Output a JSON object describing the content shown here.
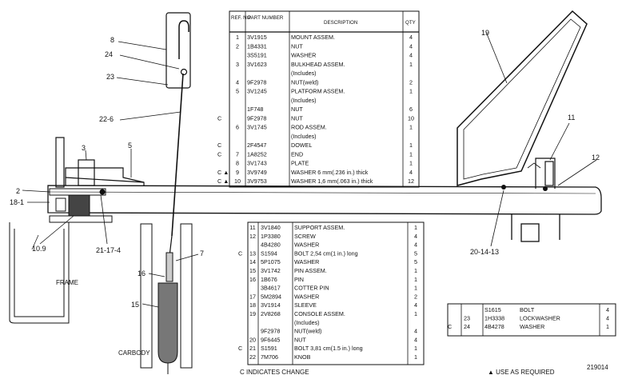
{
  "drawing_number": "219014",
  "footnotes": {
    "change": "C INDICATES CHANGE",
    "as_required": "▲ USE AS REQUIRED"
  },
  "zone_labels": {
    "frame": "FRAME",
    "carbody": "CARBODY"
  },
  "callouts": [
    {
      "id": "c8",
      "text": "8"
    },
    {
      "id": "c24",
      "text": "24"
    },
    {
      "id": "c23",
      "text": "23"
    },
    {
      "id": "c22",
      "text": "22-6"
    },
    {
      "id": "c3",
      "text": "3"
    },
    {
      "id": "c5",
      "text": "5"
    },
    {
      "id": "c2",
      "text": "2"
    },
    {
      "id": "c18",
      "text": "18-1"
    },
    {
      "id": "c109",
      "text": "10.9"
    },
    {
      "id": "c21",
      "text": "21-17-4"
    },
    {
      "id": "c7",
      "text": "7"
    },
    {
      "id": "c16",
      "text": "16"
    },
    {
      "id": "c15",
      "text": "15"
    },
    {
      "id": "c19",
      "text": "19"
    },
    {
      "id": "c11",
      "text": "11"
    },
    {
      "id": "c12",
      "text": "12"
    },
    {
      "id": "c20",
      "text": "20-14-13"
    }
  ],
  "parts_table_1": {
    "headers": {
      "ref": "REF. NO.",
      "part": "PART NUMBER",
      "desc": "DESCRIPTION",
      "qty": "QTY"
    },
    "rows": [
      {
        "mark": "",
        "ref": "1",
        "part": "3V1915",
        "desc": "MOUNT ASSEM.",
        "qty": "4"
      },
      {
        "mark": "",
        "ref": "2",
        "part": "1B4331",
        "desc": "NUT",
        "qty": "4"
      },
      {
        "mark": "",
        "ref": "",
        "part": "3S5191",
        "desc": "WASHER",
        "qty": "4"
      },
      {
        "mark": "",
        "ref": "3",
        "part": "3V1623",
        "desc": "BULKHEAD ASSEM.",
        "qty": "1"
      },
      {
        "mark": "",
        "ref": "",
        "part": "",
        "desc": "(Includes)",
        "qty": ""
      },
      {
        "mark": "",
        "ref": "4",
        "part": "9F2978",
        "desc": "NUT(weld)",
        "qty": "2"
      },
      {
        "mark": "",
        "ref": "5",
        "part": "3V1245",
        "desc": "PLATFORM ASSEM.",
        "qty": "1"
      },
      {
        "mark": "",
        "ref": "",
        "part": "",
        "desc": "(Includes)",
        "qty": ""
      },
      {
        "mark": "",
        "ref": "",
        "part": "1F748",
        "desc": "NUT",
        "qty": "6"
      },
      {
        "mark": "C",
        "ref": "",
        "part": "9F2978",
        "desc": "NUT",
        "qty": "10"
      },
      {
        "mark": "",
        "ref": "6",
        "part": "3V1745",
        "desc": "ROD ASSEM.",
        "qty": "1"
      },
      {
        "mark": "",
        "ref": "",
        "part": "",
        "desc": "(Includes)",
        "qty": ""
      },
      {
        "mark": "C",
        "ref": "",
        "part": "2F4547",
        "desc": "DOWEL",
        "qty": "1"
      },
      {
        "mark": "C",
        "ref": "7",
        "part": "1A8252",
        "desc": "END",
        "qty": "1"
      },
      {
        "mark": "",
        "ref": "8",
        "part": "3V1743",
        "desc": "PLATE",
        "qty": "1"
      },
      {
        "mark": "C ▲",
        "ref": "9",
        "part": "3V9749",
        "desc": "WASHER 6 mm(.236 in.) thick",
        "qty": "4"
      },
      {
        "mark": "C ▲",
        "ref": "10",
        "part": "3V9753",
        "desc": "WASHER 1,6 mm(.063 in.) thick",
        "qty": "12"
      }
    ]
  },
  "parts_table_2": {
    "rows": [
      {
        "mark": "",
        "ref": "11",
        "part": "3V1840",
        "desc": "SUPPORT ASSEM.",
        "qty": "1"
      },
      {
        "mark": "",
        "ref": "12",
        "part": "1P3380",
        "desc": "SCREW",
        "qty": "4"
      },
      {
        "mark": "",
        "ref": "",
        "part": "4B4280",
        "desc": "WASHER",
        "qty": "4"
      },
      {
        "mark": "C",
        "ref": "13",
        "part": "S1594",
        "desc": "BOLT 2,54 cm(1 in.) long",
        "qty": "5"
      },
      {
        "mark": "",
        "ref": "14",
        "part": "5P1075",
        "desc": "WASHER",
        "qty": "5"
      },
      {
        "mark": "",
        "ref": "15",
        "part": "3V1742",
        "desc": "PIN ASSEM.",
        "qty": "1"
      },
      {
        "mark": "",
        "ref": "16",
        "part": "1B676",
        "desc": "PIN",
        "qty": "1"
      },
      {
        "mark": "",
        "ref": "",
        "part": "3B4617",
        "desc": "COTTER PIN",
        "qty": "1"
      },
      {
        "mark": "",
        "ref": "17",
        "part": "5M2894",
        "desc": "WASHER",
        "qty": "2"
      },
      {
        "mark": "",
        "ref": "18",
        "part": "3V1914",
        "desc": "SLEEVE",
        "qty": "4"
      },
      {
        "mark": "",
        "ref": "19",
        "part": "2V8268",
        "desc": "CONSOLE ASSEM.",
        "qty": "1"
      },
      {
        "mark": "",
        "ref": "",
        "part": "",
        "desc": "(Includes)",
        "qty": ""
      },
      {
        "mark": "",
        "ref": "",
        "part": "9F2978",
        "desc": "NUT(weld)",
        "qty": "4"
      },
      {
        "mark": "",
        "ref": "20",
        "part": "9F6445",
        "desc": "NUT",
        "qty": "4"
      },
      {
        "mark": "C",
        "ref": "21",
        "part": "S1591",
        "desc": "BOLT 3,81 cm(1.5 in.) long",
        "qty": "1"
      },
      {
        "mark": "",
        "ref": "22",
        "part": "7M706",
        "desc": "KNOB",
        "qty": "1"
      }
    ]
  },
  "parts_table_3": {
    "rows": [
      {
        "mark": "",
        "ref": "",
        "part": "S1615",
        "desc": "BOLT",
        "qty": "4"
      },
      {
        "mark": "",
        "ref": "23",
        "part": "1H3338",
        "desc": "LOCKWASHER",
        "qty": "4"
      },
      {
        "mark": "C",
        "ref": "24",
        "part": "4B4278",
        "desc": "WASHER",
        "qty": "1"
      }
    ]
  }
}
